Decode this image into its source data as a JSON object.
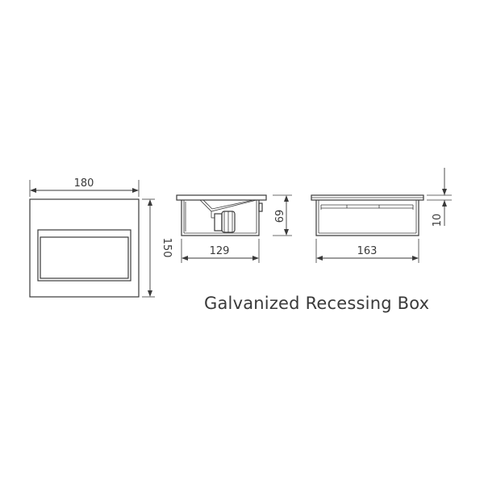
{
  "caption": "Galvanized Recessing Box",
  "dimensions": {
    "front_width": "180",
    "front_height": "150",
    "side_width": "129",
    "side_depth": "69",
    "top_width": "163",
    "flange": "10"
  },
  "colors": {
    "line": "#3a3a3a",
    "background": "#ffffff"
  }
}
